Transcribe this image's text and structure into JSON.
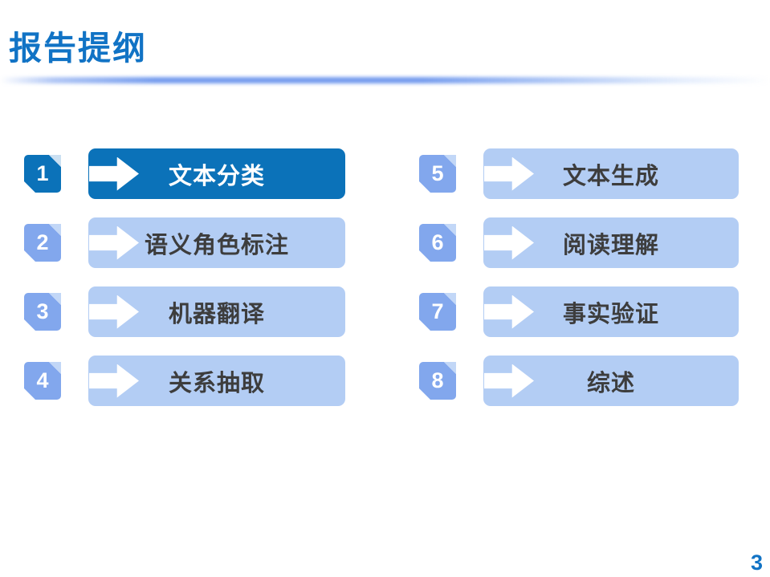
{
  "slide": {
    "title": "报告提纲",
    "page_number": "3"
  },
  "colors": {
    "title_blue": "#1173C5",
    "highlight_blue": "#0B72B9",
    "pill_light_blue": "#B3CDF4",
    "badge_light_blue": "#82A7ED",
    "badge_fold_light": "#C2D7F7",
    "badge_fold_on_dark": "#CBE0F2",
    "label_text_dark": "#3D3D3D",
    "divider_blue": "#6E97ED"
  },
  "outline_items": [
    {
      "number": "1",
      "label": "文本分类",
      "highlighted": true,
      "column": "left"
    },
    {
      "number": "2",
      "label": "语义角色标注",
      "highlighted": false,
      "column": "left"
    },
    {
      "number": "3",
      "label": "机器翻译",
      "highlighted": false,
      "column": "left"
    },
    {
      "number": "4",
      "label": "关系抽取",
      "highlighted": false,
      "column": "left"
    },
    {
      "number": "5",
      "label": "文本生成",
      "highlighted": false,
      "column": "right"
    },
    {
      "number": "6",
      "label": "阅读理解",
      "highlighted": false,
      "column": "right"
    },
    {
      "number": "7",
      "label": "事实验证",
      "highlighted": false,
      "column": "right"
    },
    {
      "number": "8",
      "label": "综述",
      "highlighted": false,
      "column": "right"
    }
  ],
  "icons": {
    "arrow": "right-arrow"
  }
}
